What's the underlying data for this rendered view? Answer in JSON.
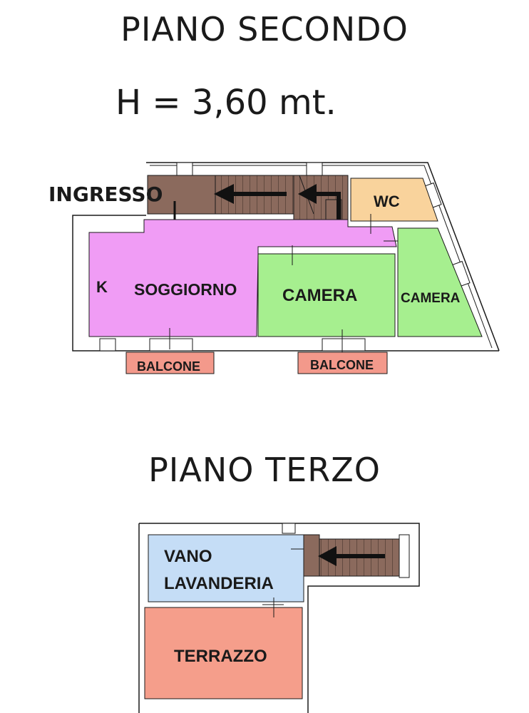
{
  "floor2": {
    "title": "PIANO SECONDO",
    "height": "H = 3,60 mt.",
    "rooms": {
      "ingresso": "INGRESSO",
      "wc": "WC",
      "k": "K",
      "soggiorno": "SOGGIORNO",
      "camera1": "CAMERA",
      "camera2": "CAMERA",
      "balcone1": "BALCONE",
      "balcone2": "BALCONE"
    }
  },
  "floor3": {
    "title": "PIANO TERZO",
    "rooms": {
      "vano_line1": "VANO",
      "vano_line2": "LAVANDERIA",
      "terrazzo": "TERRAZZO"
    }
  },
  "colors": {
    "stairs": "#8b6a5d",
    "wc": "#f9d39c",
    "living": "#f09cf5",
    "camera": "#a6ef8f",
    "balcony": "#f3998b",
    "laundry": "#c5ddf6",
    "terrace": "#f59e8b",
    "wall": "#1a1a1a"
  }
}
